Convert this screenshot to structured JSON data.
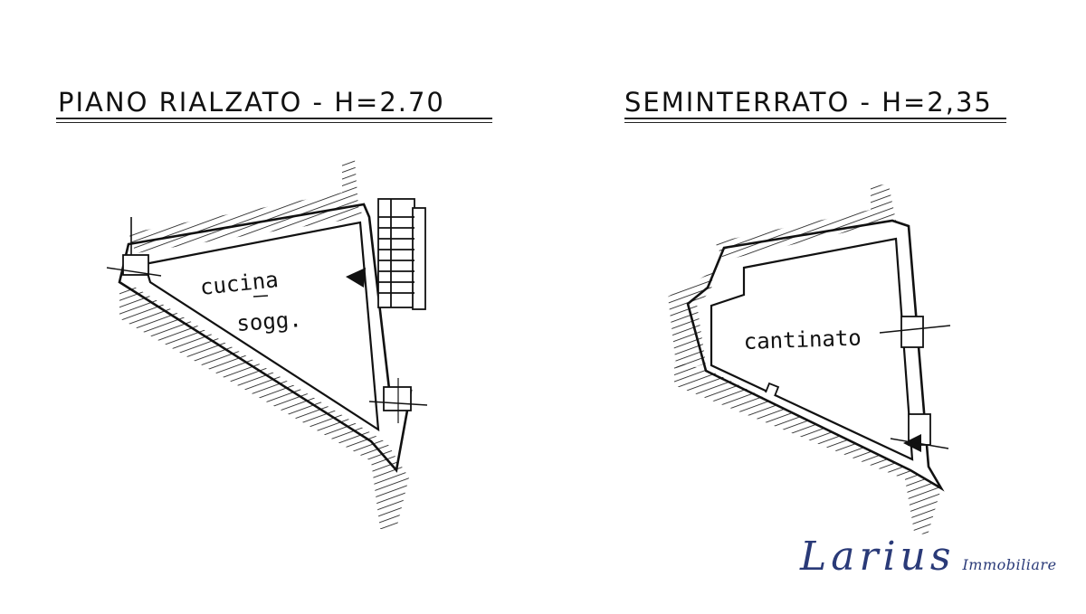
{
  "plans": [
    {
      "title": "PIANO  RIALZATO - H=2.70",
      "rooms": [
        "cucina",
        "sogg."
      ]
    },
    {
      "title": "SEMINTERRATO - H=2,35",
      "rooms": [
        "cantinato"
      ]
    }
  ],
  "watermark": {
    "brand": "Larius",
    "subtitle": "Immobiliare",
    "color": "#2a3a78"
  }
}
